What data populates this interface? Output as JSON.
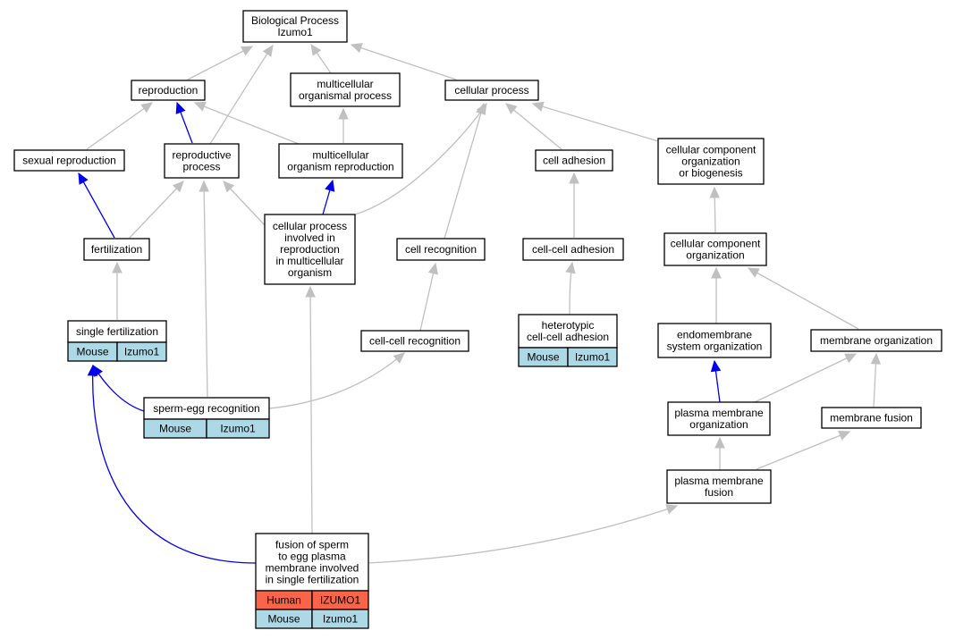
{
  "colors": {
    "background": "#ffffff",
    "node_border": "#000000",
    "edge_gray": "#c0c0c0",
    "edge_blue": "#0000ee",
    "mouse_cell": "#add8e6",
    "human_cell": "#fa6448"
  },
  "nodes": {
    "bp": {
      "lines": [
        "Biological Process",
        "Izumo1"
      ]
    },
    "reproduction": {
      "lines": [
        "reproduction"
      ]
    },
    "multicellular_organismal_process": {
      "lines": [
        "multicellular",
        "organismal process"
      ]
    },
    "cellular_process": {
      "lines": [
        "cellular process"
      ]
    },
    "sexual_reproduction": {
      "lines": [
        "sexual reproduction"
      ]
    },
    "reproductive_process": {
      "lines": [
        "reproductive",
        "process"
      ]
    },
    "multicellular_organism_reproduction": {
      "lines": [
        "multicellular",
        "organism reproduction"
      ]
    },
    "cell_adhesion": {
      "lines": [
        "cell adhesion"
      ]
    },
    "ccob": {
      "lines": [
        "cellular component",
        "organization",
        "or biogenesis"
      ]
    },
    "fertilization": {
      "lines": [
        "fertilization"
      ]
    },
    "cpirmo": {
      "lines": [
        "cellular process",
        "involved in",
        "reproduction",
        "in multicellular",
        "organism"
      ]
    },
    "cell_recognition": {
      "lines": [
        "cell recognition"
      ]
    },
    "cell_cell_adhesion": {
      "lines": [
        "cell-cell adhesion"
      ]
    },
    "cco": {
      "lines": [
        "cellular component",
        "organization"
      ]
    },
    "single_fertilization": {
      "lines": [
        "single fertilization"
      ],
      "rows": [
        [
          "Mouse",
          "Izumo1"
        ]
      ]
    },
    "cell_cell_recognition": {
      "lines": [
        "cell-cell recognition"
      ]
    },
    "heterotypic": {
      "lines": [
        "heterotypic",
        "cell-cell adhesion"
      ],
      "rows": [
        [
          "Mouse",
          "Izumo1"
        ]
      ]
    },
    "endomembrane": {
      "lines": [
        "endomembrane",
        "system organization"
      ]
    },
    "membrane_organization": {
      "lines": [
        "membrane organization"
      ]
    },
    "sperm_egg": {
      "lines": [
        "sperm-egg recognition"
      ],
      "rows": [
        [
          "Mouse",
          "Izumo1"
        ]
      ]
    },
    "pmo": {
      "lines": [
        "plasma membrane",
        "organization"
      ]
    },
    "membrane_fusion": {
      "lines": [
        "membrane fusion"
      ]
    },
    "pmf": {
      "lines": [
        "plasma membrane",
        "fusion"
      ]
    },
    "fusion_sperm_egg": {
      "lines": [
        "fusion of sperm",
        "to egg plasma",
        "membrane involved",
        "in single fertilization"
      ],
      "rows": [
        [
          "Human",
          "IZUMO1"
        ],
        [
          "Mouse",
          "Izumo1"
        ]
      ]
    }
  },
  "edges": [
    {
      "from": "reproduction",
      "to": "bp",
      "kind": "gray"
    },
    {
      "from": "multicellular_organismal_process",
      "to": "bp",
      "kind": "gray"
    },
    {
      "from": "cellular_process",
      "to": "bp",
      "kind": "gray"
    },
    {
      "from": "reproductive_process",
      "to": "bp",
      "kind": "gray"
    },
    {
      "from": "sexual_reproduction",
      "to": "reproduction",
      "kind": "gray"
    },
    {
      "from": "reproductive_process",
      "to": "reproduction",
      "kind": "blue"
    },
    {
      "from": "multicellular_organism_reproduction",
      "to": "reproduction",
      "kind": "gray"
    },
    {
      "from": "multicellular_organism_reproduction",
      "to": "multicellular_organismal_process",
      "kind": "gray"
    },
    {
      "from": "fertilization",
      "to": "sexual_reproduction",
      "kind": "blue"
    },
    {
      "from": "fertilization",
      "to": "reproductive_process",
      "kind": "gray"
    },
    {
      "from": "cpirmo",
      "to": "reproductive_process",
      "kind": "gray"
    },
    {
      "from": "cpirmo",
      "to": "multicellular_organism_reproduction",
      "kind": "blue"
    },
    {
      "from": "cpirmo",
      "to": "cellular_process",
      "kind": "gray"
    },
    {
      "from": "cell_recognition",
      "to": "cellular_process",
      "kind": "gray"
    },
    {
      "from": "cell_adhesion",
      "to": "cellular_process",
      "kind": "gray"
    },
    {
      "from": "ccob",
      "to": "cellular_process",
      "kind": "gray"
    },
    {
      "from": "cell_cell_adhesion",
      "to": "cell_adhesion",
      "kind": "gray"
    },
    {
      "from": "cco",
      "to": "ccob",
      "kind": "gray"
    },
    {
      "from": "single_fertilization",
      "to": "fertilization",
      "kind": "gray"
    },
    {
      "from": "sperm_egg",
      "to": "single_fertilization",
      "kind": "blue"
    },
    {
      "from": "sperm_egg",
      "to": "reproductive_process",
      "kind": "gray"
    },
    {
      "from": "sperm_egg",
      "to": "cell_cell_recognition",
      "kind": "gray"
    },
    {
      "from": "cell_cell_recognition",
      "to": "cell_recognition",
      "kind": "gray"
    },
    {
      "from": "heterotypic",
      "to": "cell_cell_adhesion",
      "kind": "gray"
    },
    {
      "from": "endomembrane",
      "to": "cco",
      "kind": "gray"
    },
    {
      "from": "membrane_organization",
      "to": "cco",
      "kind": "gray"
    },
    {
      "from": "pmo",
      "to": "endomembrane",
      "kind": "blue"
    },
    {
      "from": "pmo",
      "to": "membrane_organization",
      "kind": "gray"
    },
    {
      "from": "membrane_fusion",
      "to": "membrane_organization",
      "kind": "gray"
    },
    {
      "from": "pmf",
      "to": "pmo",
      "kind": "gray"
    },
    {
      "from": "pmf",
      "to": "membrane_fusion",
      "kind": "gray"
    },
    {
      "from": "fusion_sperm_egg",
      "to": "single_fertilization",
      "kind": "blue"
    },
    {
      "from": "fusion_sperm_egg",
      "to": "cpirmo",
      "kind": "gray"
    },
    {
      "from": "fusion_sperm_egg",
      "to": "pmf",
      "kind": "gray"
    }
  ]
}
